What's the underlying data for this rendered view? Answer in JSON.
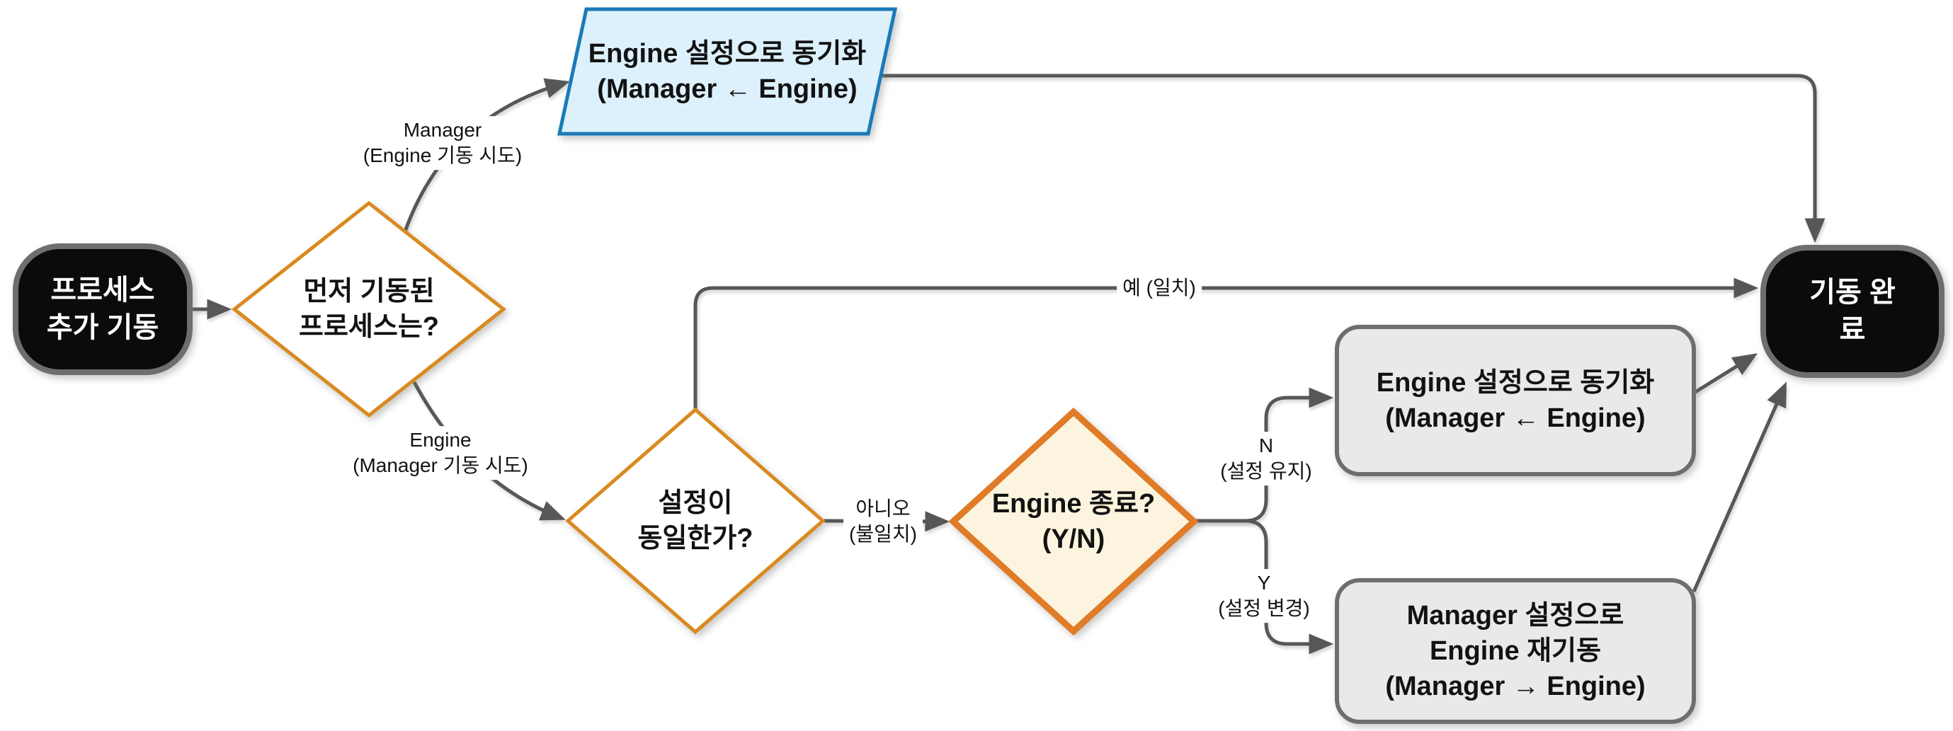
{
  "nodes": {
    "start": "프로세스\n추가 기동",
    "first_decision": "먼저 기동된\n프로세스는?",
    "sync_parallelogram": "Engine 설정으로 동기화\n(Manager ← Engine)",
    "same_config_decision": "설정이\n동일한가?",
    "engine_shutdown_decision": "Engine 종료?\n(Y/N)",
    "sync_box": "Engine 설정으로 동기화\n(Manager ← Engine)",
    "restart_box": "Manager 설정으로\nEngine 재기동\n(Manager → Engine)",
    "end": "기동 완료"
  },
  "edge_labels": {
    "manager_branch": "Manager\n(Engine 기동 시도)",
    "engine_branch": "Engine\n(Manager 기동 시도)",
    "yes_match": "예 (일치)",
    "no_mismatch": "아니오\n(불일치)",
    "n_keep_config": "N\n(설정 유지)",
    "y_change_config": "Y\n(설정 변경)"
  },
  "colors": {
    "canvas_bg": "#ffffff",
    "edge_color": "#575757",
    "text_color": "#121212",
    "label_bg": "#ffffff",
    "terminal_fill": "#0b0b0b",
    "terminal_border": "#6e6e6e",
    "decision_fill": "#ffffff",
    "decision_border": "#d98a20",
    "decision_strong_fill": "#fcf4de",
    "decision_strong_border": "#e07b27",
    "io_fill": "#dcf1fb",
    "io_border": "#1b7ab8",
    "process_fill": "#e9e9e9",
    "process_border": "#6e6e6e"
  }
}
